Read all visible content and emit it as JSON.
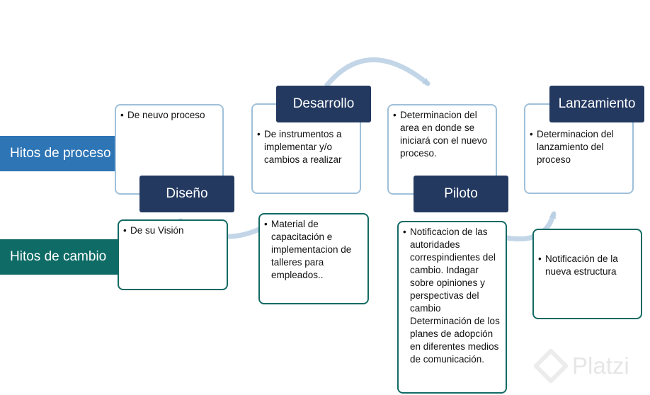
{
  "row_labels": {
    "proceso": "Hitos de proceso",
    "cambio": "Hitos de cambio"
  },
  "phases": {
    "diseno": "Diseño",
    "desarrollo": "Desarrollo",
    "piloto": "Piloto",
    "lanzamiento": "Lanzamiento"
  },
  "process_milestones": {
    "diseno": "De neuvo proceso",
    "desarrollo": "De instrumentos a implementar y/o cambios a realizar",
    "piloto": "Determinacion del area en donde se iniciará con el nuevo proceso.",
    "lanzamiento": "Determinacion del lanzamiento del proceso"
  },
  "change_milestones": {
    "diseno": "De su Visión",
    "desarrollo": "Material de capacitación e implementacion de talleres para empleados..",
    "piloto": "Notificacion  de las autoridades correspindientes del cambio. Indagar sobre opiniones y perspectivas del cambio Determinación de los planes de adopción en diferentes medios de comunicación.",
    "lanzamiento": "Notificación de la nueva estructura"
  },
  "watermark": "Platzi",
  "colors": {
    "phase_box": "#233960",
    "row_label_proceso": "#2e75b6",
    "row_label_cambio": "#0f6b66",
    "process_border": "#9fc0da",
    "change_border": "#136a64",
    "arrow": "#b9cfe3"
  }
}
